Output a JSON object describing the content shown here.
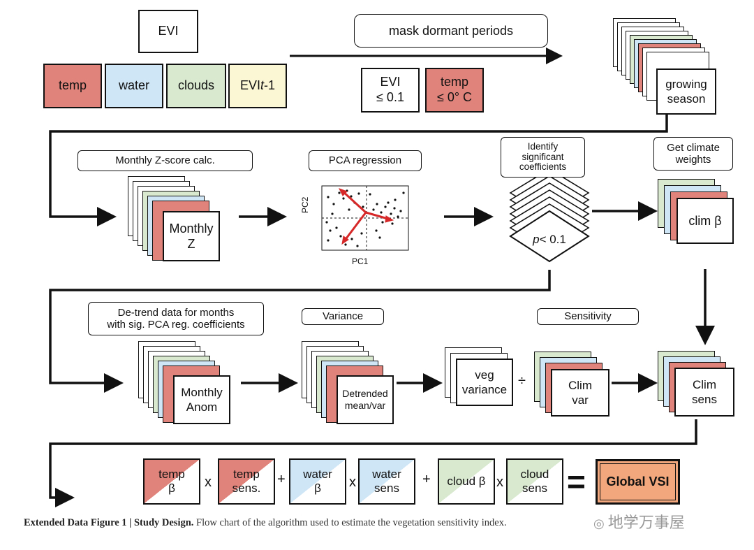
{
  "inputs": {
    "evi": "EVI",
    "temp": "temp",
    "water": "water",
    "clouds": "clouds",
    "evi_lag_prefix": "EVI ",
    "evi_lag_var": "t",
    "evi_lag_suffix": "-1"
  },
  "mask": {
    "label": "mask dormant periods",
    "evi_threshold": "EVI\n≤ 0.1",
    "temp_threshold": "temp\n≤ 0° C"
  },
  "growing_season": "growing\nseason",
  "row2": {
    "zscore_label": "Monthly Z-score calc.",
    "zscore_front": "Monthly\nZ",
    "pca_label": "PCA regression",
    "pc1": "PC1",
    "pc2": "PC2",
    "sig_label": "Identify\nsignificant\ncoefficients",
    "p_var": "p",
    "p_text": "< 0.1",
    "climate_label": "Get climate\nweights",
    "clim_beta": "clim β"
  },
  "row3": {
    "detrend_label": "De-trend data for months\nwith sig. PCA reg. coefficients",
    "anom_front": "Monthly\nAnom",
    "variance_label": "Variance",
    "detrended_front": "Detrended\nmean/var",
    "veg_front": "veg\nvariance",
    "divide": "÷",
    "sensitivity_label": "Sensitivity",
    "climvar_front": "Clim\nvar",
    "climsens_front": "Clim\nsens"
  },
  "row4": {
    "temp_beta": "temp\nβ",
    "x1": "x",
    "temp_sens": "temp\nsens.",
    "plus1": "+",
    "water_beta": "water\nβ",
    "x2": "x",
    "water_sens": "water\nsens",
    "plus2": "+",
    "cloud_beta": "cloud β",
    "x3": "x",
    "cloud_sens": "cloud\nsens",
    "equals": "=",
    "global_vsi": "Global VSI"
  },
  "caption": {
    "bold": "Extended Data Figure 1 | Study Design.",
    "text": " Flow chart of the algorithm used to estimate the vegetation sensitivity index."
  },
  "watermark": "地学万事屋",
  "colors": {
    "temp": "#e0837b",
    "water": "#cfe6f6",
    "clouds": "#d8e9cf",
    "evi_lag": "#fbf7d4",
    "vsi": "#f3a77c",
    "pca_arrows": "#d62828"
  }
}
